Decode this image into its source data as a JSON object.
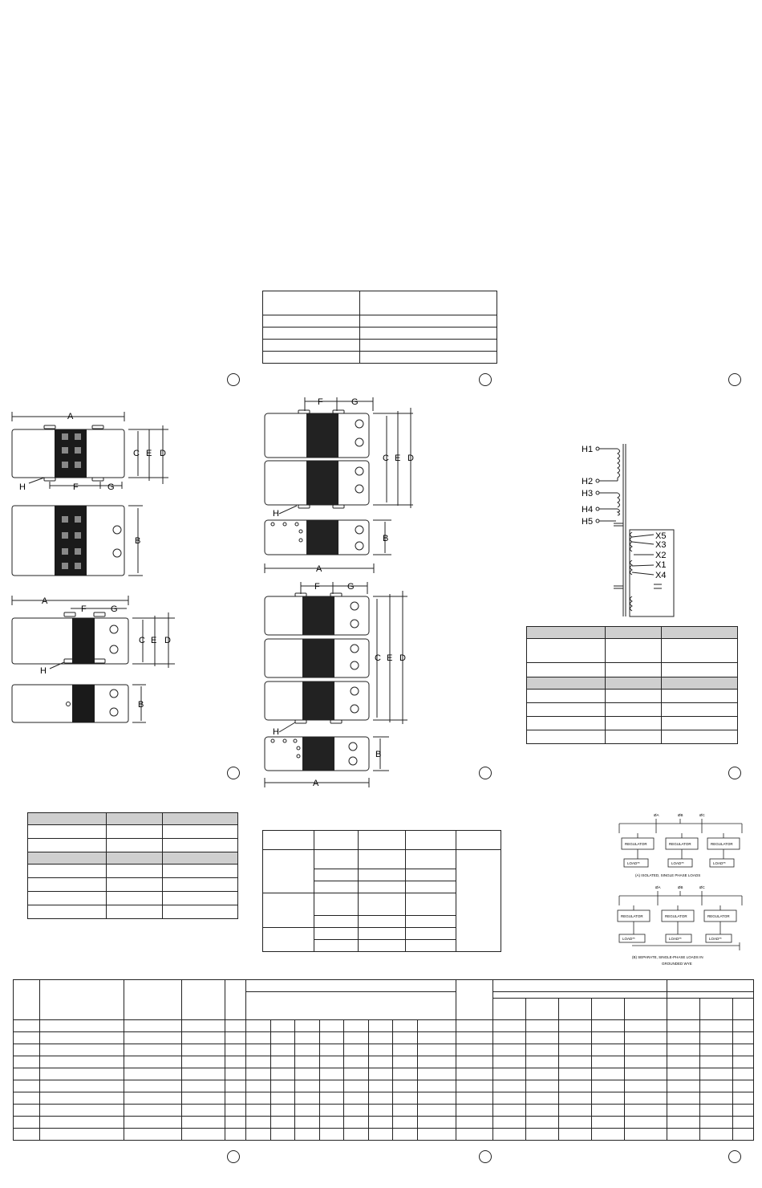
{
  "dims": {
    "a": "A",
    "b": "B",
    "c": "C",
    "d": "D",
    "e": "E",
    "f": "F",
    "g": "G",
    "h": "H"
  },
  "schematic": {
    "primary": [
      "H1",
      "H2",
      "H3",
      "H4",
      "H5"
    ],
    "secondary": [
      "X5",
      "X3",
      "X2",
      "X1",
      "X4"
    ]
  },
  "connection_diagram": {
    "a": {
      "phases": [
        "ØA",
        "ØB",
        "ØC"
      ],
      "block_label": "REGULATOR",
      "load_label": "LOAD**",
      "caption": "(A) ISOLATED, SINGLE PHASE LOADS"
    },
    "b": {
      "phases": [
        "ØA",
        "ØB",
        "ØC"
      ],
      "block_label": "REGULATOR",
      "load_label": "LOAD**",
      "caption_line1": "(B) SEPARATE, SINGLE-PHASE LOADS IN",
      "caption_line2": "GROUNDED WYE"
    }
  },
  "colors": {
    "core": "#1a1a1a",
    "line": "#222222"
  }
}
